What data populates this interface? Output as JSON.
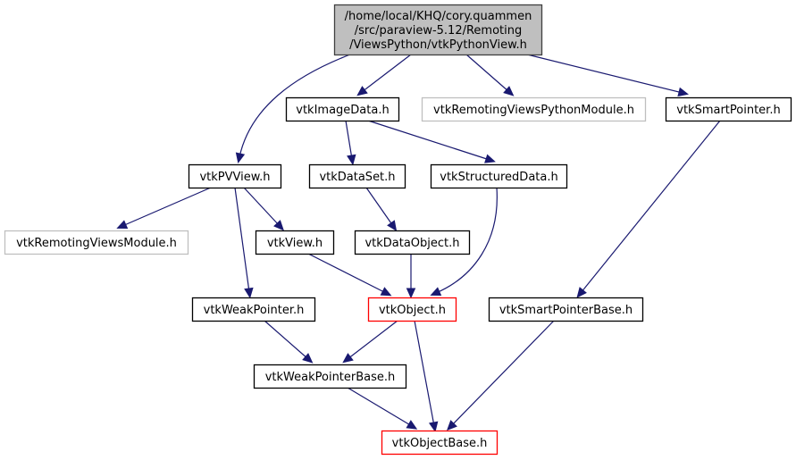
{
  "diagram": {
    "type": "include-dependency-graph",
    "colors": {
      "edge": "#191970",
      "root_fill": "#bfbfbf",
      "normal_border": "#000000",
      "external_border": "#bfbfbf",
      "truncated_border": "#ff0000"
    },
    "nodes": [
      {
        "id": "root",
        "lines": [
          "/home/local/KHQ/cory.quammen",
          "/src/paraview-5.12/Remoting",
          "/ViewsPython/vtkPythonView.h"
        ],
        "style": "root"
      },
      {
        "id": "vtkImageData",
        "label": "vtkImageData.h",
        "style": "normal"
      },
      {
        "id": "vtkRemotingViewsPythonModule",
        "label": "vtkRemotingViewsPythonModule.h",
        "style": "external"
      },
      {
        "id": "vtkSmartPointer",
        "label": "vtkSmartPointer.h",
        "style": "normal"
      },
      {
        "id": "vtkPVView",
        "label": "vtkPVView.h",
        "style": "normal"
      },
      {
        "id": "vtkDataSet",
        "label": "vtkDataSet.h",
        "style": "normal"
      },
      {
        "id": "vtkStructuredData",
        "label": "vtkStructuredData.h",
        "style": "normal"
      },
      {
        "id": "vtkRemotingViewsModule",
        "label": "vtkRemotingViewsModule.h",
        "style": "external"
      },
      {
        "id": "vtkView",
        "label": "vtkView.h",
        "style": "normal"
      },
      {
        "id": "vtkDataObject",
        "label": "vtkDataObject.h",
        "style": "normal"
      },
      {
        "id": "vtkWeakPointer",
        "label": "vtkWeakPointer.h",
        "style": "normal"
      },
      {
        "id": "vtkObject",
        "label": "vtkObject.h",
        "style": "truncated"
      },
      {
        "id": "vtkSmartPointerBase",
        "label": "vtkSmartPointerBase.h",
        "style": "normal"
      },
      {
        "id": "vtkWeakPointerBase",
        "label": "vtkWeakPointerBase.h",
        "style": "normal"
      },
      {
        "id": "vtkObjectBase",
        "label": "vtkObjectBase.h",
        "style": "truncated"
      }
    ],
    "edges": [
      {
        "from": "root",
        "to": "vtkPVView"
      },
      {
        "from": "root",
        "to": "vtkImageData"
      },
      {
        "from": "root",
        "to": "vtkRemotingViewsPythonModule"
      },
      {
        "from": "root",
        "to": "vtkSmartPointer"
      },
      {
        "from": "vtkImageData",
        "to": "vtkDataSet"
      },
      {
        "from": "vtkImageData",
        "to": "vtkStructuredData"
      },
      {
        "from": "vtkSmartPointer",
        "to": "vtkSmartPointerBase"
      },
      {
        "from": "vtkPVView",
        "to": "vtkRemotingViewsModule"
      },
      {
        "from": "vtkPVView",
        "to": "vtkView"
      },
      {
        "from": "vtkPVView",
        "to": "vtkWeakPointer"
      },
      {
        "from": "vtkDataSet",
        "to": "vtkDataObject"
      },
      {
        "from": "vtkStructuredData",
        "to": "vtkObject"
      },
      {
        "from": "vtkView",
        "to": "vtkObject"
      },
      {
        "from": "vtkDataObject",
        "to": "vtkObject"
      },
      {
        "from": "vtkWeakPointer",
        "to": "vtkWeakPointerBase"
      },
      {
        "from": "vtkObject",
        "to": "vtkWeakPointerBase"
      },
      {
        "from": "vtkObject",
        "to": "vtkObjectBase"
      },
      {
        "from": "vtkSmartPointerBase",
        "to": "vtkObjectBase"
      },
      {
        "from": "vtkWeakPointerBase",
        "to": "vtkObjectBase"
      }
    ]
  }
}
